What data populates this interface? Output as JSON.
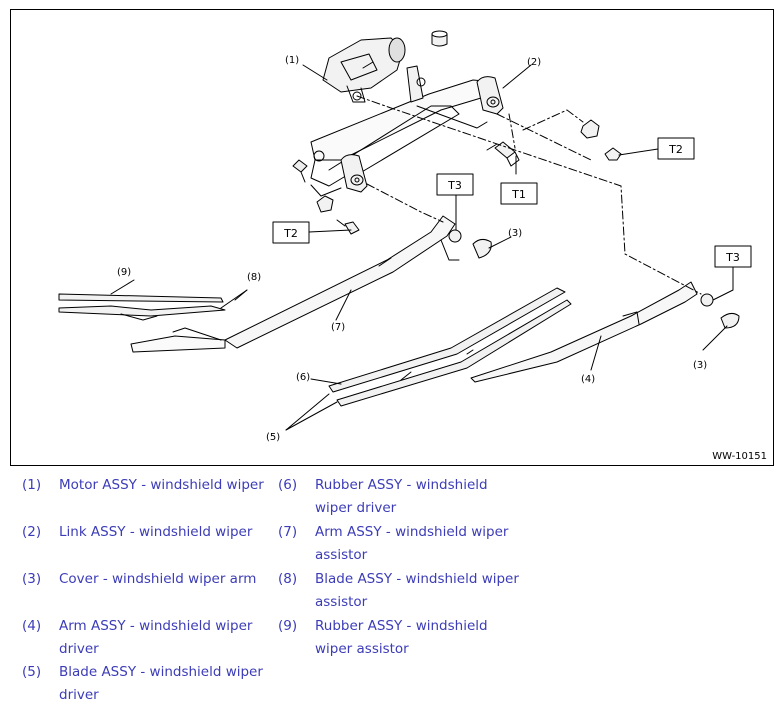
{
  "figure": {
    "code": "WW-10151",
    "callouts": [
      "(1)",
      "(2)",
      "(3)",
      "(3)",
      "(4)",
      "(5)",
      "(6)",
      "(7)",
      "(8)",
      "(9)"
    ],
    "torque_labels": [
      "T1",
      "T2",
      "T2",
      "T3",
      "T3"
    ]
  },
  "legend": [
    {
      "num": "(1)",
      "text": "Motor ASSY - windshield wiper"
    },
    {
      "num": "(2)",
      "text": "Link ASSY - windshield wiper"
    },
    {
      "num": "(3)",
      "text": "Cover - windshield wiper arm"
    },
    {
      "num": "(4)",
      "text": "Arm ASSY - windshield wiper driver"
    },
    {
      "num": "(5)",
      "text": "Blade ASSY - windshield wiper driver"
    },
    {
      "num": "(6)",
      "text": "Rubber ASSY - windshield wiper driver"
    },
    {
      "num": "(7)",
      "text": "Arm ASSY - windshield wiper assistor"
    },
    {
      "num": "(8)",
      "text": "Blade ASSY - windshield wiper assistor"
    },
    {
      "num": "(9)",
      "text": "Rubber ASSY - windshield wiper assistor"
    }
  ],
  "colors": {
    "legend_text": "#3c3cb8",
    "line": "#000000"
  }
}
